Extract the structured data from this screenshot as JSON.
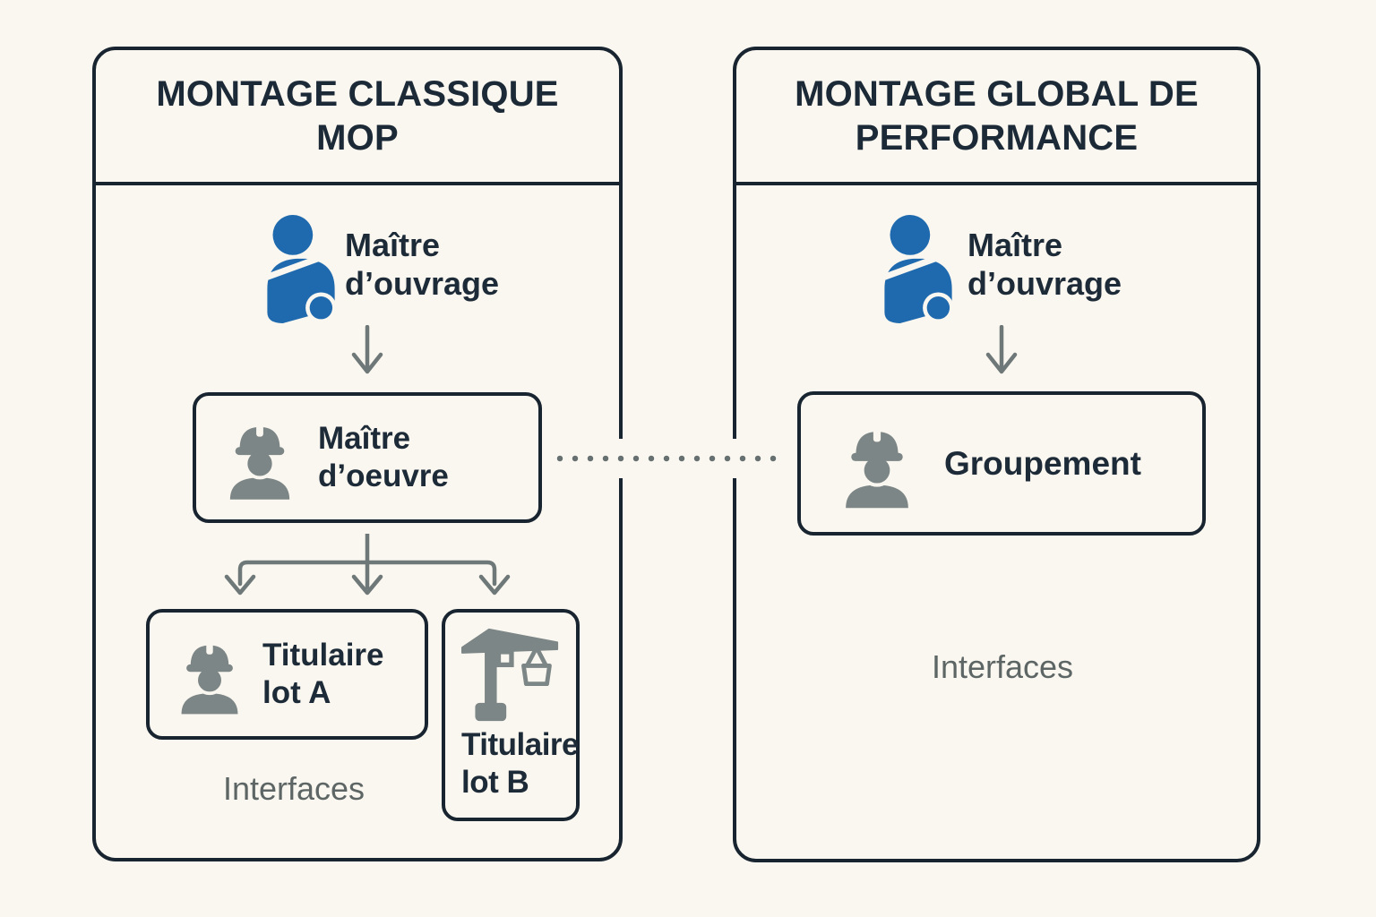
{
  "colors": {
    "background": "#faf7f0",
    "outline_navy": "#18242f",
    "text_navy": "#1d2a37",
    "accent_blue": "#1f6aae",
    "icon_gray": "#7d8686",
    "arrow_gray": "#6f7878",
    "muted_gray_text": "#5d6665"
  },
  "icons": {
    "project_owner": "blue person holding plan",
    "worker": "construction worker with hard hat",
    "crane": "tower crane",
    "arrow": "downward arrow",
    "link": "horizontal dotted connector"
  },
  "left_panel": {
    "title": {
      "line1": "MONTAGE CLASSIQUE",
      "line2": "MOP"
    },
    "owner": {
      "line1": "Maître",
      "line2": "d’ouvrage"
    },
    "moe": {
      "line1": "Maître",
      "line2": "d’oeuvre"
    },
    "lot_a": {
      "line1": "Titulaire",
      "line2": "lot A"
    },
    "lot_b": {
      "line1": "Titulaire",
      "line2": "lot B"
    },
    "interfaces": "Interfaces"
  },
  "right_panel": {
    "title": {
      "line1": "MONTAGE GLOBAL DE",
      "line2": "PERFORMANCE"
    },
    "owner": {
      "line1": "Maître",
      "line2": "d’ouvrage"
    },
    "group": {
      "label": "Groupement"
    },
    "interfaces": "Interfaces"
  }
}
